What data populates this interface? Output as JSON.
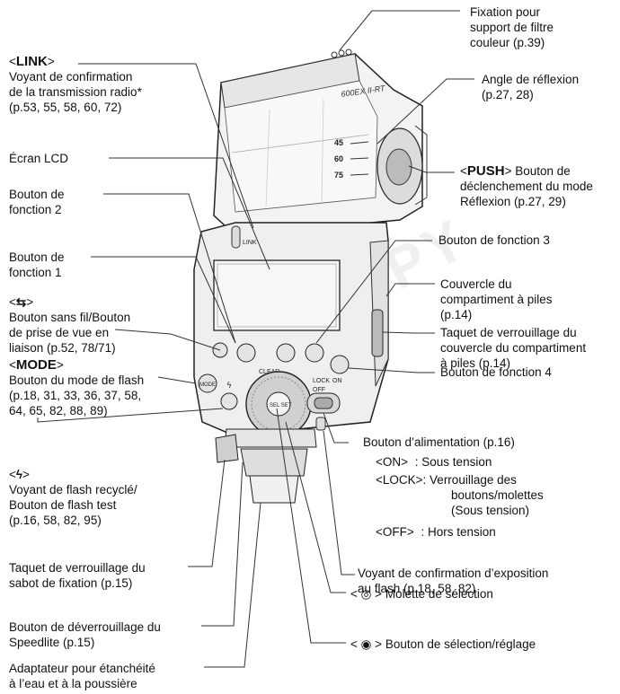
{
  "labels": {
    "filter": [
      "Fixation pour",
      "support de filtre",
      "couleur (p.39)"
    ],
    "link_key": "LINK",
    "link_desc": [
      "Voyant de confirmation",
      "de la transmission radio*",
      "(p.53, 55, 58, 60, 72)"
    ],
    "angle": [
      "Angle de réflexion",
      "(p.27, 28)"
    ],
    "lcd": "Écran LCD",
    "push_key": "PUSH",
    "push_desc": [
      "Bouton de",
      "déclenchement du mode",
      "Réflexion (p.27, 29)"
    ],
    "fn2": [
      "Bouton de",
      "fonction 2"
    ],
    "fn3": "Bouton de fonction 3",
    "fn1": [
      "Bouton de",
      "fonction 1"
    ],
    "cover": [
      "Couvercle du",
      "compartiment à piles",
      "(p.14)"
    ],
    "wireless_desc": [
      "Bouton sans fil/Bouton",
      "de prise de vue en",
      "liaison (p.52, 78/71)"
    ],
    "latch": [
      "Taquet de verrouillage du",
      "couvercle du compartiment",
      "à piles (p.14)"
    ],
    "mode_key": "MODE",
    "mode_desc": [
      "Bouton du mode de flash",
      "(p.18, 31, 33, 36, 37, 58,",
      "64, 65, 82, 88, 89)"
    ],
    "fn4": "Bouton de fonction 4",
    "power": "Bouton d’alimentation (p.16)",
    "on_key": "ON",
    "on_desc": ": Sous tension",
    "lock_key": "LOCK",
    "lock_desc": [
      ": Verrouillage des",
      "boutons/molettes",
      "(Sous tension)"
    ],
    "off_key": "OFF",
    "off_desc": ": Hors tension",
    "flash_desc": [
      "Voyant de flash recyclé/",
      "Bouton de flash test",
      "(p.16, 58, 82, 95)"
    ],
    "shoe_latch": [
      "Taquet de verrouillage du",
      "sabot de fixation (p.15)"
    ],
    "exposure": [
      "Voyant de confirmation d’exposition",
      "au flash (p.18, 58, 82)"
    ],
    "dial": "Molette de sélection",
    "release": [
      "Bouton de déverrouillage du",
      "Speedlite (p.15)"
    ],
    "adapter": [
      "Adaptateur pour étanchéité",
      "à l’eau et à la poussière"
    ],
    "select_set": "Bouton de sélection/réglage"
  },
  "device": {
    "model": "600EX II-RT",
    "angles": [
      "45",
      "60",
      "75"
    ],
    "link_text": "LINK",
    "clear_text": "CLEAR",
    "mode_text": "MODE",
    "lock_text": "LOCK",
    "on_text": "ON",
    "off_text": "OFF",
    "sel_set_text": "SEL SET"
  },
  "watermark": "COPY"
}
